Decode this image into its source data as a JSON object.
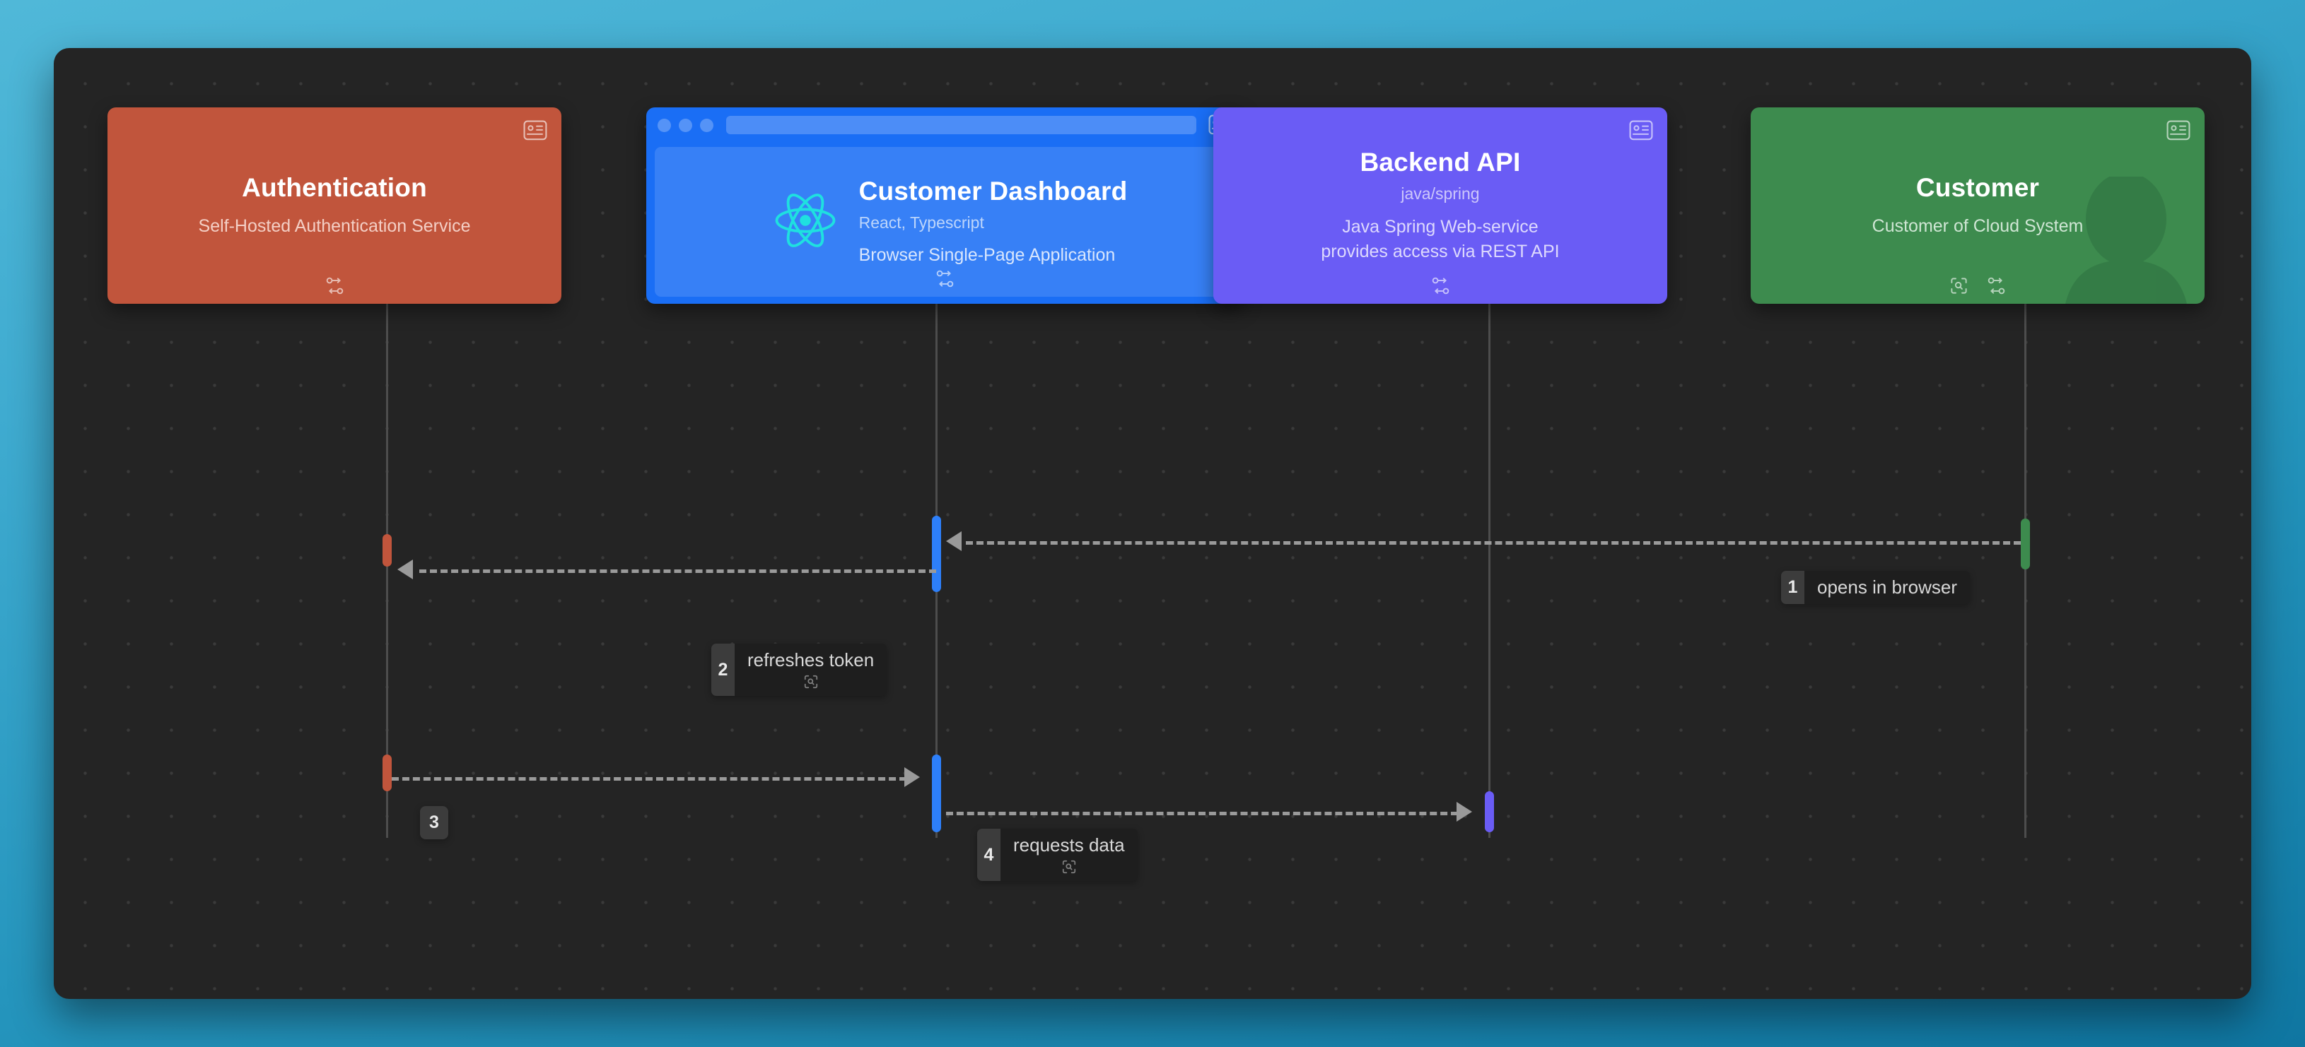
{
  "canvas": {
    "background_color": "#242424",
    "page_background": "#2595bd"
  },
  "nodes": [
    {
      "id": "authentication",
      "title": "Authentication",
      "tech": "",
      "description": "Self-Hosted Authentication Service",
      "color": "#c1553c",
      "style": "plain",
      "icons": [
        "id-card-icon",
        "swap-icon"
      ]
    },
    {
      "id": "customer-dashboard",
      "title": "Customer Dashboard",
      "tech": "React, Typescript",
      "description": "Browser Single-Page Application",
      "color": "#1a6ef5",
      "style": "browser",
      "logo": "react-logo",
      "icons": [
        "id-card-icon",
        "swap-icon"
      ]
    },
    {
      "id": "backend-api",
      "title": "Backend API",
      "tech": "java/spring",
      "description": "Java Spring Web-service\nprovides access via REST API",
      "description_line1": "Java Spring Web-service",
      "description_line2": "provides access via REST API",
      "color": "#6a5cf5",
      "style": "plain",
      "icons": [
        "id-card-icon",
        "swap-icon"
      ]
    },
    {
      "id": "customer",
      "title": "Customer",
      "tech": "",
      "description": "Customer of Cloud System",
      "color": "#3d8b4e",
      "style": "person",
      "icons": [
        "id-card-icon",
        "scan-icon",
        "swap-icon"
      ]
    }
  ],
  "messages": [
    {
      "num": "1",
      "text": "opens in browser",
      "from": "customer",
      "to": "customer-dashboard",
      "direction": "left",
      "has_sub_icon": false
    },
    {
      "num": "2",
      "text": "refreshes token",
      "from": "customer-dashboard",
      "to": "authentication",
      "direction": "left",
      "has_sub_icon": true,
      "sub_icon": "scan-icon"
    },
    {
      "num": "3",
      "text": "",
      "from": "authentication",
      "to": "customer-dashboard",
      "direction": "right",
      "has_sub_icon": false
    },
    {
      "num": "4",
      "text": "requests data",
      "from": "customer-dashboard",
      "to": "backend-api",
      "direction": "right",
      "has_sub_icon": true,
      "sub_icon": "scan-icon"
    }
  ]
}
